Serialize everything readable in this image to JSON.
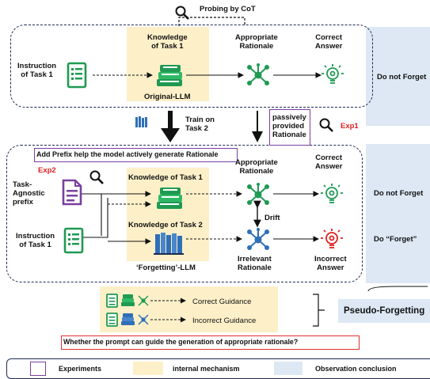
{
  "top": {
    "probing": "Probing by CoT",
    "instruction": "Instruction\nof Task 1",
    "knowledge": "Knowledge\nof Task 1",
    "model": "Original-LLM",
    "rationale": "Appropriate\nRationale",
    "answer": "Correct\nAnswer",
    "conclusion": "Do not Forget"
  },
  "middle": {
    "train": "Train on\nTask 2",
    "passive": "passively\nprovided\nRationale",
    "exp1": "Exp1"
  },
  "bottom": {
    "prefix_banner": "Add Prefix help the model actively generate Rationale",
    "exp2": "Exp2",
    "prefix": "Task-\nAgnostic\nprefix",
    "instruction": "Instruction\nof Task 1",
    "knowledge1": "Knowledge of Task 1",
    "knowledge2": "Knowledge of Task 2",
    "model": "‘Forgetting’-LLM",
    "rationale_good": "Appropriate\nRationale",
    "rationale_bad": "Irrelevant\nRationale",
    "drift": "Drift",
    "answer_good": "Correct\nAnswer",
    "answer_bad": "Incorrect\nAnswer",
    "conclusion_good": "Do not Forget",
    "conclusion_bad": "Do “Forget”"
  },
  "guidance": {
    "correct": "Correct Guidance",
    "incorrect": "Incorrect Guidance",
    "summary": "Pseudo-Forgetting",
    "question": "Whether the prompt can guide the generation of appropriate rationale?"
  },
  "legend": {
    "experiments": "Experiments",
    "mechanism": "internal mechanism",
    "observation": "Observation conclusion"
  },
  "colors": {
    "green": "#1f9a52",
    "blue": "#2f6fb8",
    "red": "#e02020",
    "purple": "#7a3fa0",
    "navy": "#1f2a55",
    "mechanism_fill": "#fdf0c8",
    "observation_fill": "#dde8f4"
  }
}
